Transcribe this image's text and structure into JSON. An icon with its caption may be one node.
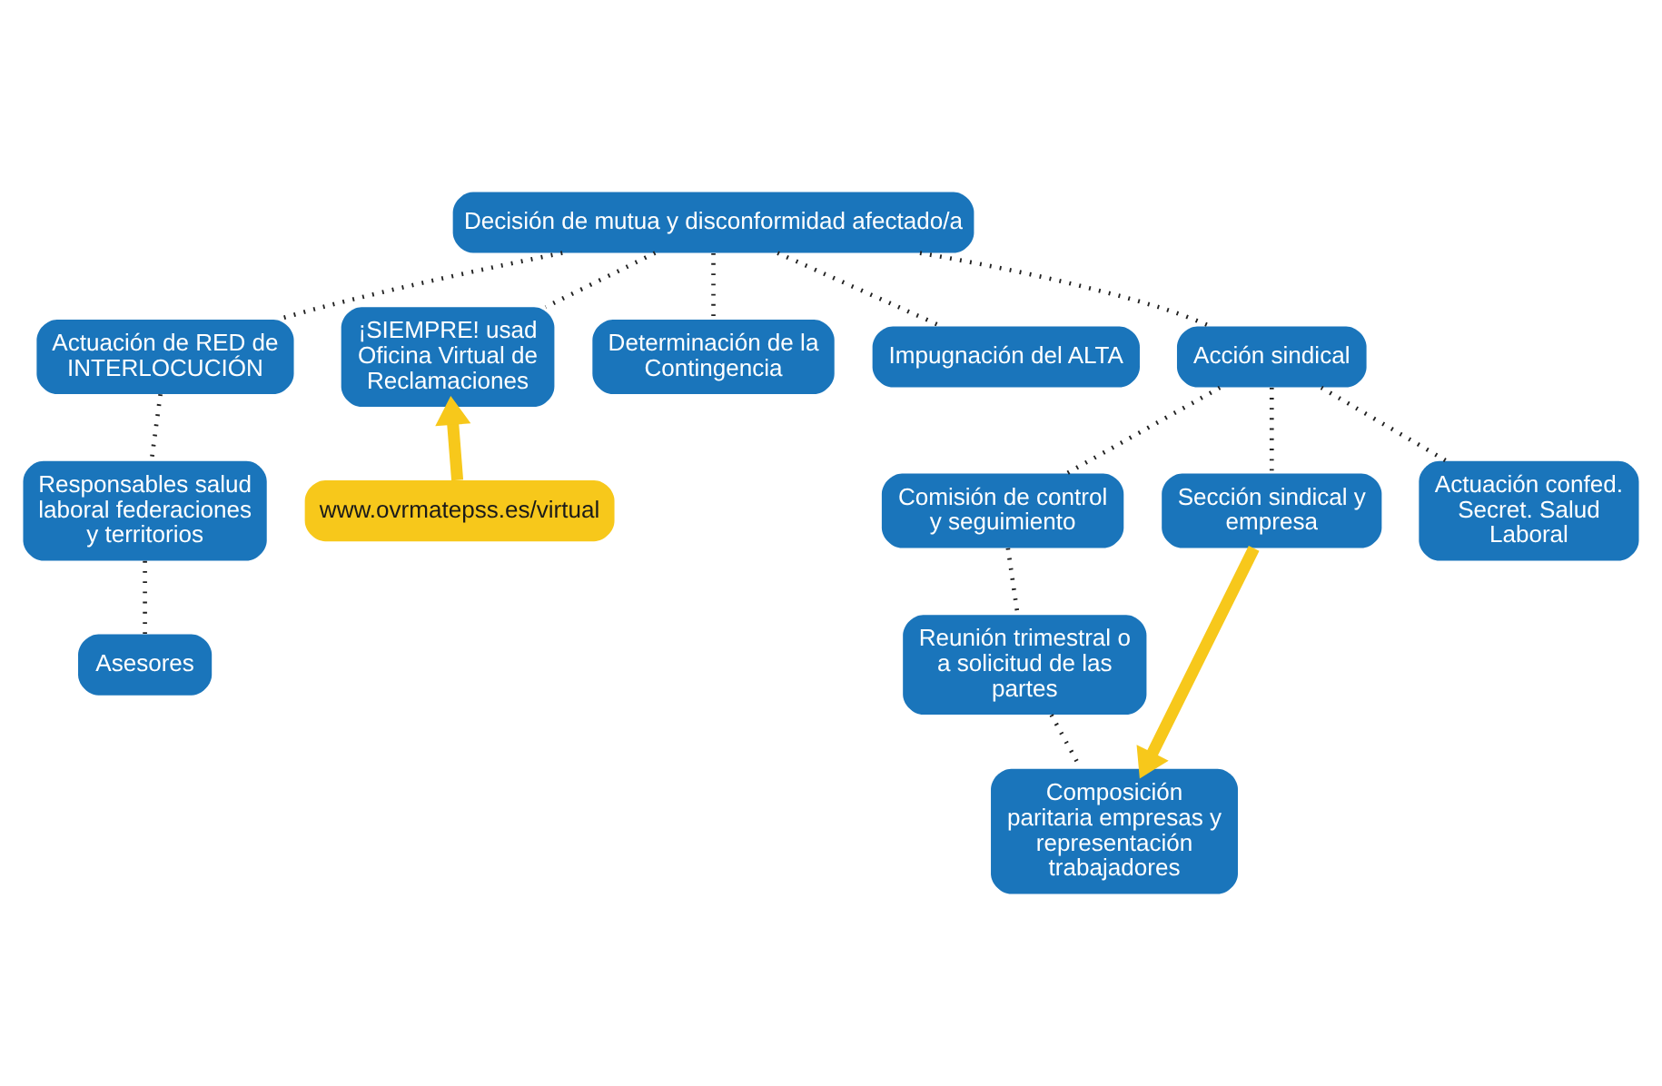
{
  "diagram": {
    "nodes": [
      {
        "text": [
          "Decisión de mutua y disconformidad afectado/a"
        ]
      },
      {
        "text": [
          "Actuación de RED de INTERLOCUCIÓN"
        ]
      },
      {
        "text": [
          "¡SIEMPRE! usad Oficina Virtual de Reclamaciones"
        ]
      },
      {
        "text": [
          "Determinación de la Contingencia"
        ]
      },
      {
        "text": [
          "Impugnación del ALTA"
        ]
      },
      {
        "text": [
          "Acción sindical"
        ]
      },
      {
        "text": [
          "www.ovrmatepss.es/virtual"
        ]
      },
      {
        "text": [
          "Responsables salud laboral federaciones y territorios"
        ]
      },
      {
        "text": [
          "Asesores"
        ]
      },
      {
        "text": [
          "Comisión de control y seguimiento"
        ]
      },
      {
        "text": [
          "Sección sindical y empresa"
        ]
      },
      {
        "text": [
          "Actuación confed. Secret. Salud Laboral"
        ]
      },
      {
        "text": [
          "Reunión trimestral o a solicitud de las partes"
        ]
      },
      {
        "text": [
          "Composición paritaria empresas y representación trabajadores"
        ]
      }
    ],
    "edges": [
      {
        "from": 0,
        "to": 1,
        "arrow": "none",
        "style": "dashed"
      },
      {
        "from": 0,
        "to": 2,
        "arrow": "none",
        "style": "dashed"
      },
      {
        "from": 0,
        "to": 3,
        "arrow": "none",
        "style": "dashed"
      },
      {
        "from": 0,
        "to": 4,
        "arrow": "none",
        "style": "dashed"
      },
      {
        "from": 0,
        "to": 5,
        "arrow": "none",
        "style": "dashed"
      },
      {
        "from": 6,
        "to": 2,
        "arrow": "to",
        "style": "thick",
        "color": "#f7c81b"
      },
      {
        "from": 1,
        "to": 7,
        "arrow": "none",
        "style": "dashed"
      },
      {
        "from": 7,
        "to": 8,
        "arrow": "none",
        "style": "dashed"
      },
      {
        "from": 5,
        "to": 9,
        "arrow": "none",
        "style": "dashed"
      },
      {
        "from": 5,
        "to": 10,
        "arrow": "none",
        "style": "dashed"
      },
      {
        "from": 5,
        "to": 11,
        "arrow": "none",
        "style": "dashed"
      },
      {
        "from": 9,
        "to": 12,
        "arrow": "none",
        "style": "dashed"
      },
      {
        "from": 12,
        "to": 13,
        "arrow": "none",
        "style": "dashed"
      },
      {
        "from": 10,
        "to": 13,
        "arrow": "to",
        "style": "thick",
        "color": "#f7c81b"
      }
    ]
  }
}
